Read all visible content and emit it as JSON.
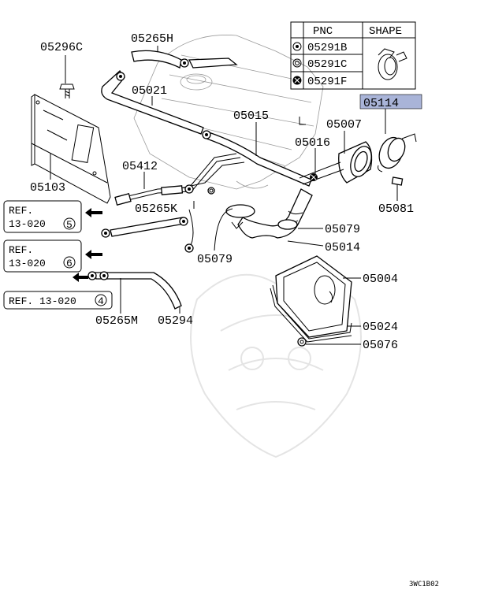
{
  "table": {
    "headers": [
      "PNC",
      "SHAPE"
    ],
    "rows": [
      {
        "symbol": "dot-circle",
        "pnc": "05291B"
      },
      {
        "symbol": "double-circle",
        "pnc": "05291C"
      },
      {
        "symbol": "cross-circle",
        "pnc": "05291F"
      }
    ]
  },
  "labels": {
    "p05296c": "05296C",
    "p05265h": "05265H",
    "p05021": "05021",
    "p05114": "05114",
    "p05015": "05015",
    "p05007": "05007",
    "p05016": "05016",
    "p05412": "05412",
    "p05103": "05103",
    "p05265k": "05265K",
    "p05081": "05081",
    "p05079a": "05079",
    "p05079b": "05079",
    "p05014": "05014",
    "p05004": "05004",
    "p05024": "05024",
    "p05076": "05076",
    "p05265m": "05265M",
    "p05294": "05294"
  },
  "refs": {
    "ref1_line1": "REF.",
    "ref1_line2": "13-020",
    "ref1_num": "5",
    "ref2_line1": "REF.",
    "ref2_line2": "13-020",
    "ref2_num": "6",
    "ref3_text": "REF. 13-020",
    "ref3_num": "4"
  },
  "footer_code": "3WC1B02",
  "highlight_color": "#a9b4d8"
}
